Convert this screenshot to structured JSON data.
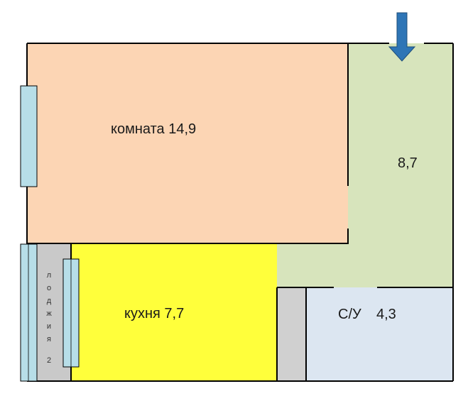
{
  "rooms": {
    "room": {
      "label": "комната 14,9",
      "color": "#fcd5b4"
    },
    "hall": {
      "label": "8,7",
      "color": "#d7e4bc"
    },
    "kitchen": {
      "label": "кухня 7,7",
      "color": "#ffff3b"
    },
    "bathroom": {
      "label": "С/У",
      "area": "4,3",
      "color": "#dce6f1"
    },
    "loggia": {
      "letters": [
        "л",
        "о",
        "д",
        "ж",
        "и",
        "я"
      ],
      "number": "2",
      "color": "#c9c9c9"
    },
    "closet": {
      "color": "#d0d0d0"
    }
  },
  "colors": {
    "window": "#b7dee8",
    "wall": "#000000",
    "entrance_arrow": "#2e75b6"
  },
  "entrance_arrow": {
    "icon": "down-arrow-icon"
  }
}
